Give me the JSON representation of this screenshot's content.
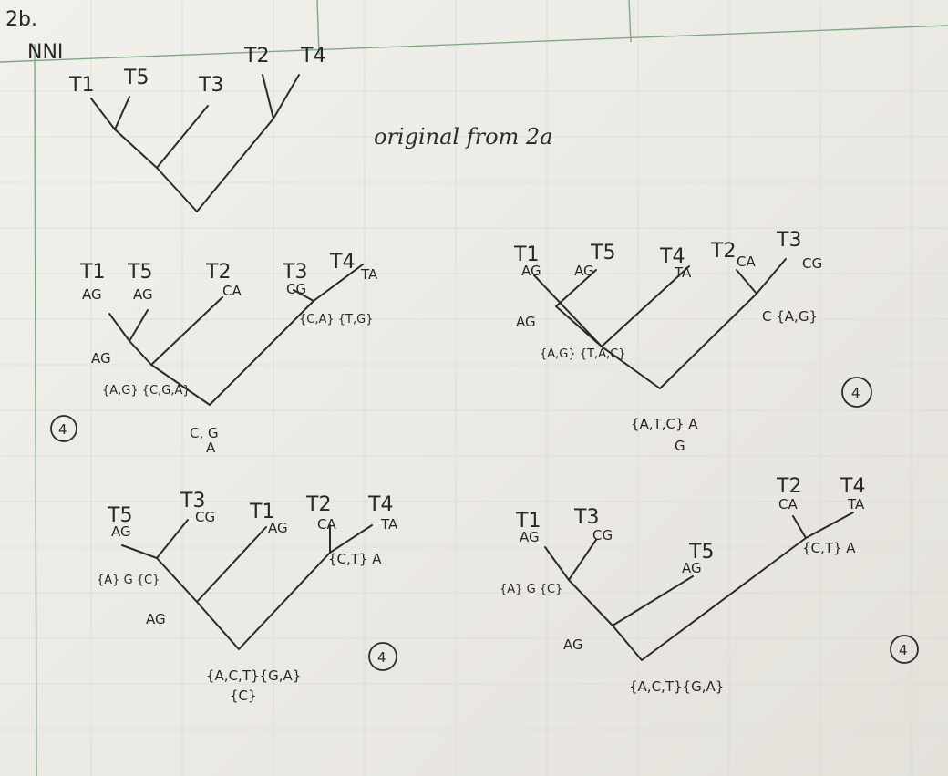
{
  "header": {
    "label": "2b.",
    "method": "NNI"
  },
  "original": {
    "leaves": [
      "T1",
      "T5",
      "T3",
      "T2",
      "T4"
    ],
    "note": "original from 2a"
  },
  "tree_a": {
    "leaves": [
      "T1",
      "T5",
      "T2",
      "T3",
      "T4"
    ],
    "leaf_states": [
      "AG",
      "AG",
      "CA",
      "CG",
      "TA"
    ],
    "inner_sets": [
      "AG",
      "{C,A} {T,G}",
      "{A,G} {C,G,A}"
    ],
    "root": [
      "C, G",
      "A"
    ],
    "score": "4"
  },
  "tree_b": {
    "leaves": [
      "T1",
      "T5",
      "T4",
      "T2",
      "T3"
    ],
    "leaf_states": [
      "AG",
      "AG",
      "TA",
      "CA",
      "CG"
    ],
    "inner_sets": [
      "AG",
      "{A,G} {T,A,C}",
      "C {A,G}"
    ],
    "root": [
      "{A,T,C} A",
      "G"
    ],
    "score": "4"
  },
  "tree_c": {
    "leaves": [
      "T5",
      "T3",
      "T1",
      "T2",
      "T4"
    ],
    "leaf_states": [
      "AG",
      "CG",
      "AG",
      "CA",
      "TA"
    ],
    "inner_sets": [
      "{A} G {C}",
      "{C,T} A",
      "AG"
    ],
    "root": [
      "{A,C,T}{G,A}",
      "{C}"
    ],
    "score": "4"
  },
  "tree_d": {
    "leaves": [
      "T1",
      "T3",
      "T5",
      "T2",
      "T4"
    ],
    "leaf_states": [
      "AG",
      "CG",
      "AG",
      "CA",
      "TA"
    ],
    "inner_sets": [
      "{A} G {C}",
      "{C,T} A",
      "AG"
    ],
    "root": [
      "{A,C,T}{G,A}",
      ""
    ],
    "score": "4"
  }
}
